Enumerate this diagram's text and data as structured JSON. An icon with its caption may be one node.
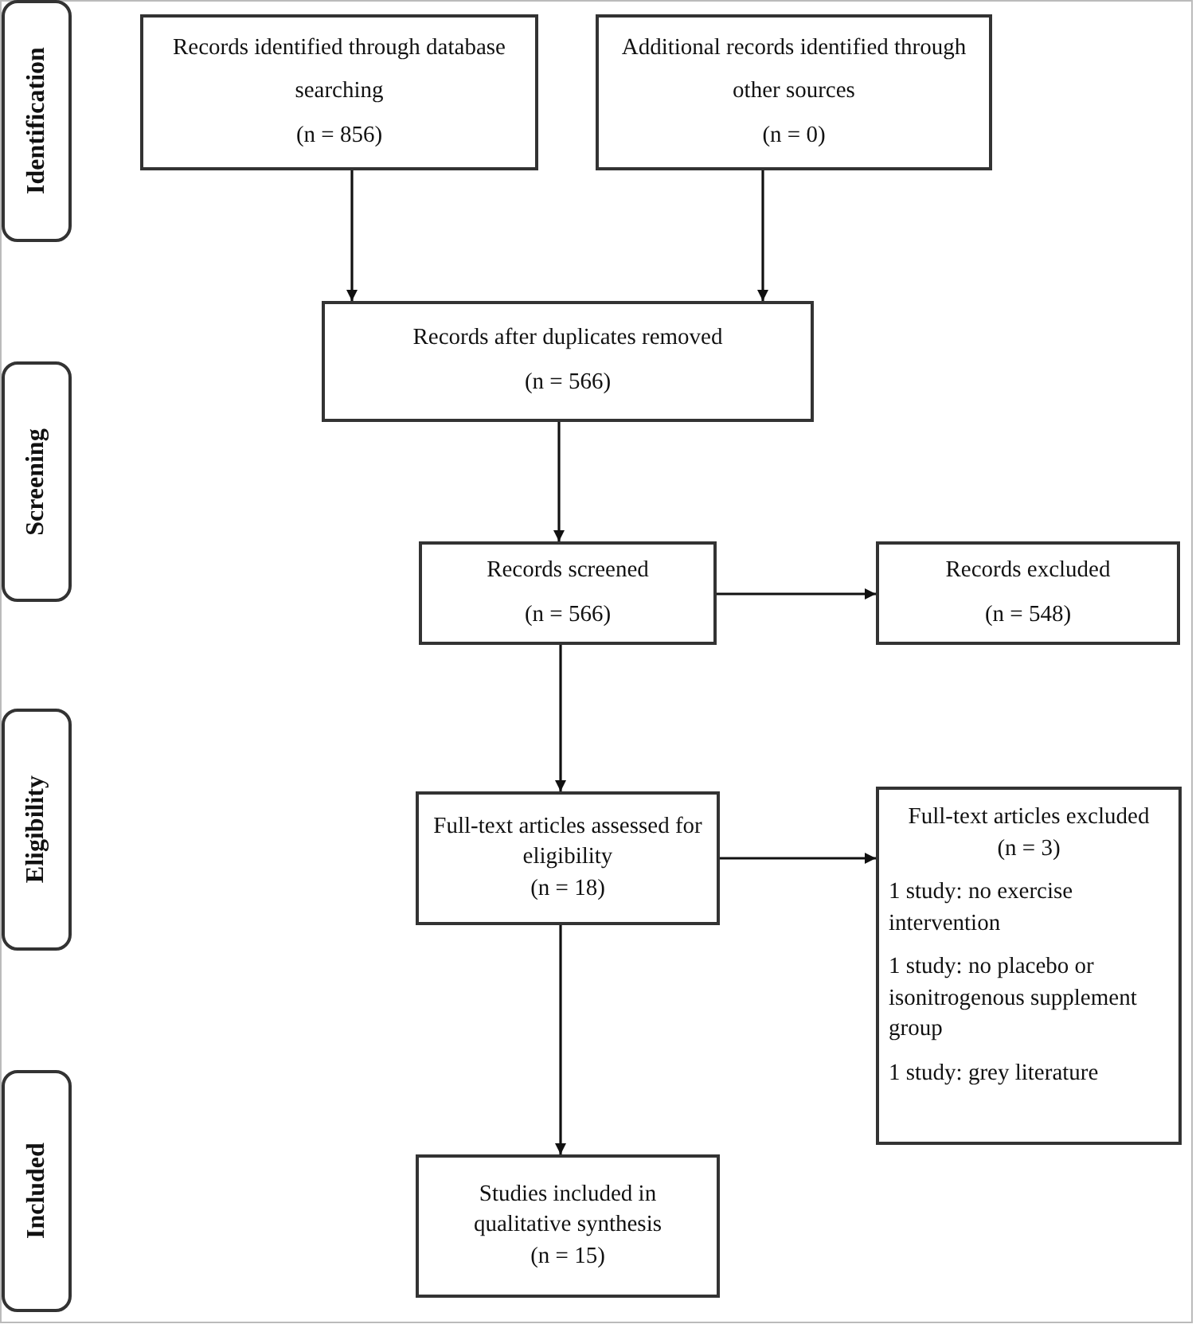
{
  "diagram": {
    "nodes": [
      {
        "text": [
          "Identification"
        ]
      },
      {
        "text": [
          "Records identified through database searching",
          "(n = 856)"
        ]
      },
      {
        "text": [
          "Additional records identified through other sources",
          "(n = 0)"
        ]
      },
      {
        "text": [
          "Screening"
        ]
      },
      {
        "text": [
          "Records after duplicates removed",
          "(n = 566)"
        ]
      },
      {
        "text": [
          "Records screened",
          "(n = 566)"
        ]
      },
      {
        "text": [
          "Records excluded",
          "(n = 548)"
        ]
      },
      {
        "text": [
          "Eligibility"
        ]
      },
      {
        "text": [
          "Full-text articles assessed for eligibility",
          "(n = 18)"
        ]
      },
      {
        "text": [
          "Full-text articles excluded",
          "(n = 3)",
          "1 study: no exercise intervention",
          "1 study: no placebo or isonitrogenous supplement group",
          "1 study: grey literature"
        ]
      },
      {
        "text": [
          "Included"
        ]
      },
      {
        "text": [
          "Studies included in qualitative synthesis",
          "(n = 15)"
        ]
      }
    ],
    "edges": [
      {
        "from": 1,
        "to": 4,
        "arrow": "to"
      },
      {
        "from": 2,
        "to": 4,
        "arrow": "to"
      },
      {
        "from": 4,
        "to": 5,
        "arrow": "to"
      },
      {
        "from": 5,
        "to": 6,
        "arrow": "to"
      },
      {
        "from": 5,
        "to": 8,
        "arrow": "to"
      },
      {
        "from": 8,
        "to": 9,
        "arrow": "to"
      },
      {
        "from": 8,
        "to": 11,
        "arrow": "to"
      }
    ]
  }
}
